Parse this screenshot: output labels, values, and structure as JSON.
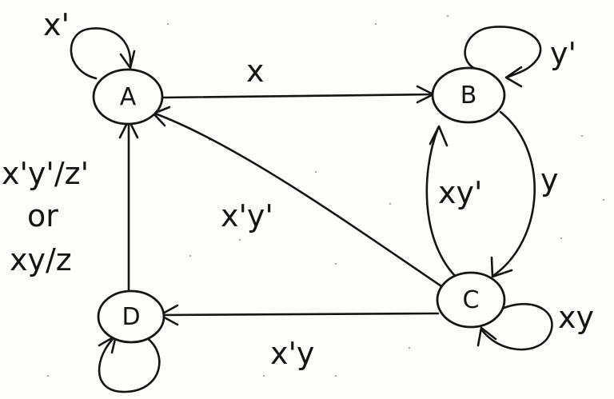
{
  "diagram": {
    "nodes": [
      {
        "id": "A",
        "label": "A"
      },
      {
        "id": "B",
        "label": "B"
      },
      {
        "id": "C",
        "label": "C"
      },
      {
        "id": "D",
        "label": "D"
      }
    ],
    "edges": [
      {
        "id": "loop_a",
        "from": "A",
        "to": "A",
        "label": "x'"
      },
      {
        "id": "a_to_b",
        "from": "A",
        "to": "B",
        "label": "x"
      },
      {
        "id": "loop_b",
        "from": "B",
        "to": "B",
        "label": "y'"
      },
      {
        "id": "b_to_c",
        "from": "B",
        "to": "C",
        "label": "y"
      },
      {
        "id": "c_to_b",
        "from": "C",
        "to": "B",
        "label": "xy'"
      },
      {
        "id": "c_to_a",
        "from": "C",
        "to": "A",
        "label": "x'y'"
      },
      {
        "id": "loop_c",
        "from": "C",
        "to": "C",
        "label": "xy"
      },
      {
        "id": "c_to_d",
        "from": "C",
        "to": "D",
        "label": "x'y"
      },
      {
        "id": "loop_d",
        "from": "D",
        "to": "D",
        "label": ""
      },
      {
        "id": "d_to_a",
        "from": "D",
        "to": "A",
        "label_lines": [
          "x'y'/z'",
          "or",
          "xy/z"
        ]
      }
    ]
  }
}
